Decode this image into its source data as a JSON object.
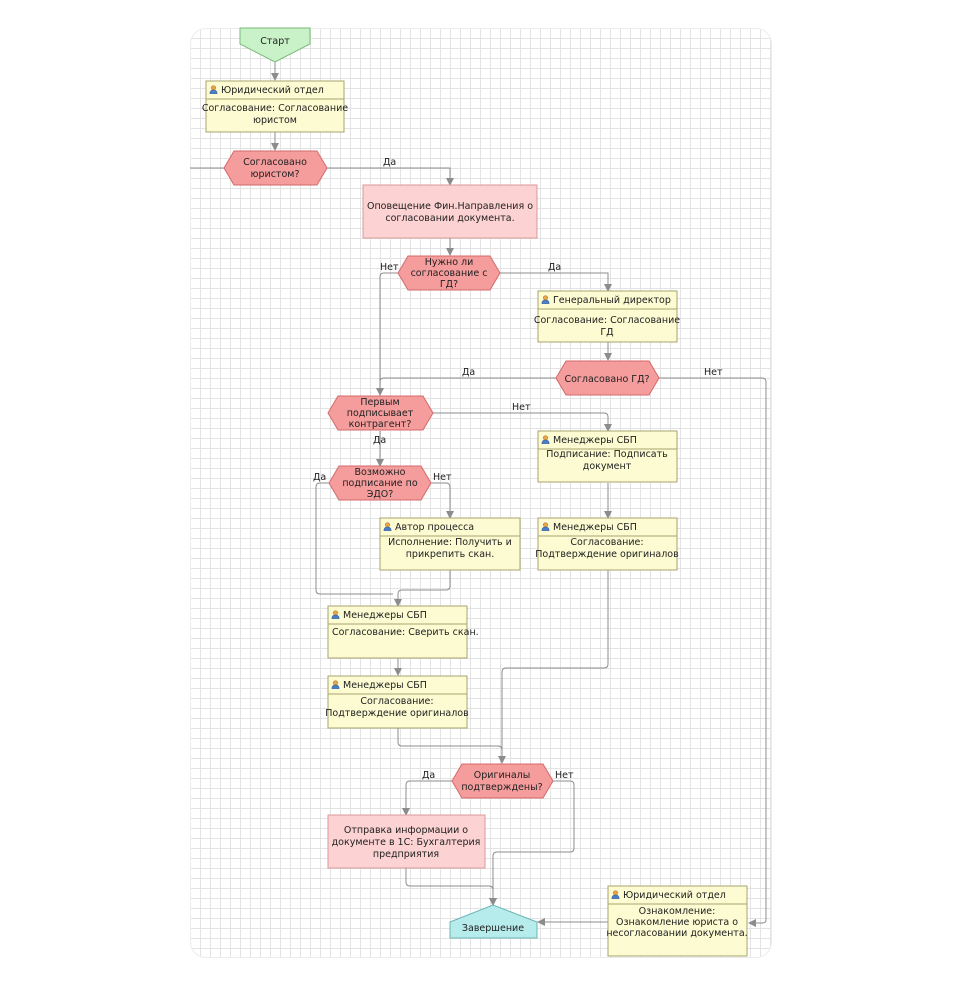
{
  "colors": {
    "task_fill": "#fcfbd2",
    "task_border": "#a9a46e",
    "decision_fill": "#f59c9c",
    "decision_border": "#d46a6a",
    "action_fill": "#fcd2d2",
    "action_border": "#d99a9a",
    "start_fill": "#c9f2c9",
    "end_fill": "#b7ecec",
    "line": "#8c8c8c"
  },
  "icons": {
    "task": "user-icon"
  },
  "start": {
    "label": "Старт"
  },
  "end": {
    "label": "Завершение"
  },
  "tasks": {
    "legal1": {
      "role": "Юридический отдел",
      "lines": [
        "Согласование: Согласование",
        "юристом"
      ]
    },
    "ceo": {
      "role": "Генеральный директор",
      "lines": [
        "Согласование: Согласование",
        "ГД"
      ]
    },
    "sbp_sign": {
      "role": "Менеджеры СБП",
      "lines": [
        "Подписание: Подписать",
        "документ"
      ]
    },
    "sbp_orig_right": {
      "role": "Менеджеры СБП",
      "lines": [
        "Согласование:",
        "Подтверждение оригиналов"
      ]
    },
    "author": {
      "role": "Автор процесса",
      "lines": [
        "Исполнение: Получить и",
        "прикрепить скан."
      ]
    },
    "sbp_check": {
      "role": "Менеджеры СБП",
      "lines": [
        "Согласование: Сверить скан."
      ]
    },
    "sbp_orig_left": {
      "role": "Менеджеры СБП",
      "lines": [
        "Согласование:",
        "Подтверждение оригиналов"
      ]
    },
    "legal2": {
      "role": "Юридический отдел",
      "lines": [
        "Ознакомление:",
        "Ознакомление юриста о",
        "несогласовании документа."
      ]
    }
  },
  "actions": {
    "notify": {
      "lines": [
        "Оповещение Фин.Направления о",
        "согласовании документа."
      ]
    },
    "send1c": {
      "lines": [
        "Отправка информации о",
        "документе в 1С: Бухгалтерия",
        "предприятия"
      ]
    }
  },
  "decisions": {
    "lawyer_ok": {
      "lines": [
        "Согласовано",
        "юристом?"
      ]
    },
    "need_ceo": {
      "lines": [
        "Нужно ли",
        "согласование с",
        "ГД?"
      ]
    },
    "ceo_ok": {
      "lines": [
        "Согласовано ГД?"
      ]
    },
    "counterparty_first": {
      "lines": [
        "Первым",
        "подписывает",
        "контрагент?"
      ]
    },
    "edo": {
      "lines": [
        "Возможно",
        "подписание по",
        "ЭДО?"
      ]
    },
    "originals_ok": {
      "lines": [
        "Оригиналы",
        "подтверждены?"
      ]
    }
  },
  "edge_labels": {
    "yes": "Да",
    "no": "Нет"
  }
}
